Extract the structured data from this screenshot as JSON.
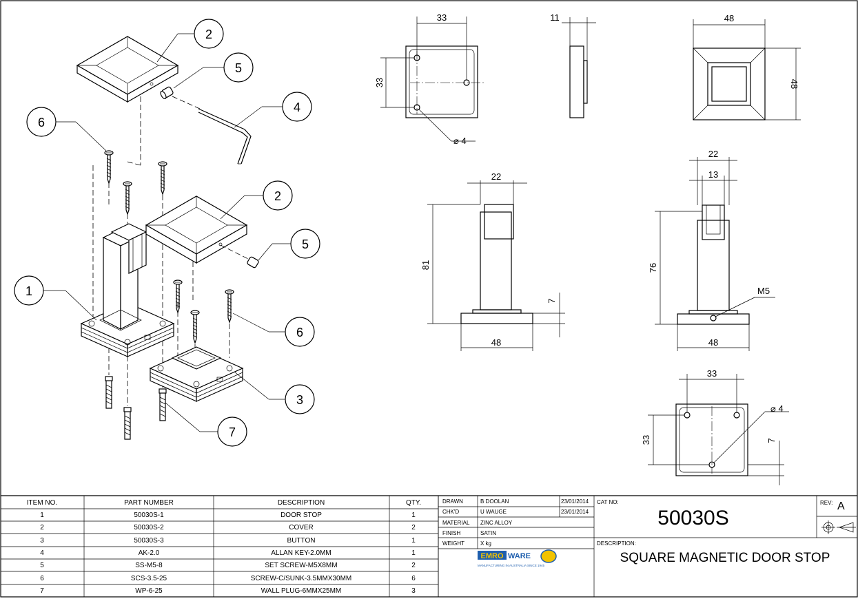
{
  "balloons": [
    "2",
    "5",
    "4",
    "6",
    "2",
    "5",
    "1",
    "6",
    "3",
    "7"
  ],
  "dims": {
    "top_view_w": "33",
    "top_view_h": "33",
    "hole_dia": "⌀ 4",
    "side_thk": "11",
    "base_w": "48",
    "base_h": "48",
    "front_head": "22",
    "front_height": "81",
    "front_base_thk": "7",
    "front_base_w": "48",
    "side_head": "22",
    "side_inner": "13",
    "side_height": "76",
    "side_thread": "M5",
    "side_base_w": "48",
    "bottom_w": "33",
    "bottom_h": "33",
    "bottom_dia": "⌀ 4",
    "bottom_offset": "7"
  },
  "bom": {
    "headers": [
      "ITEM NO.",
      "PART NUMBER",
      "DESCRIPTION",
      "QTY."
    ],
    "rows": [
      [
        "1",
        "50030S-1",
        "DOOR STOP",
        "1"
      ],
      [
        "2",
        "50030S-2",
        "COVER",
        "2"
      ],
      [
        "3",
        "50030S-3",
        "BUTTON",
        "1"
      ],
      [
        "4",
        "AK-2.0",
        "ALLAN KEY-2.0MM",
        "1"
      ],
      [
        "5",
        "SS-M5-8",
        "SET SCREW-M5X8MM",
        "2"
      ],
      [
        "6",
        "SCS-3.5-25",
        "SCREW-C/SUNK-3.5MMX30MM",
        "6"
      ],
      [
        "7",
        "WP-6-25",
        "WALL PLUG-6MMX25MM",
        "3"
      ]
    ]
  },
  "title_block": {
    "drawn_label": "DRAWN",
    "drawn_by": "B DOOLAN",
    "drawn_date": "23/01/2014",
    "chkd_label": "CHK'D",
    "chkd_by": "U WAUGE",
    "chkd_date": "23/01/2014",
    "material_label": "MATERIAL",
    "material": "ZINC ALLOY",
    "finish_label": "FINISH",
    "finish": "SATIN",
    "weight_label": "WEIGHT",
    "weight": "X kg",
    "cat_label": "CAT NO:",
    "cat_no": "50030S",
    "rev_label": "REV:",
    "rev": "A",
    "desc_label": "DESCRIPTION:",
    "description": "SQUARE MAGNETIC DOOR STOP",
    "logo_a": "EMRO",
    "logo_b": "WARE",
    "logo_tag": "MANUFACTURING IN AUSTRALIA SINCE 1945"
  },
  "colors": {
    "logo_blue": "#1f5fae",
    "logo_yellow": "#f2c300"
  }
}
